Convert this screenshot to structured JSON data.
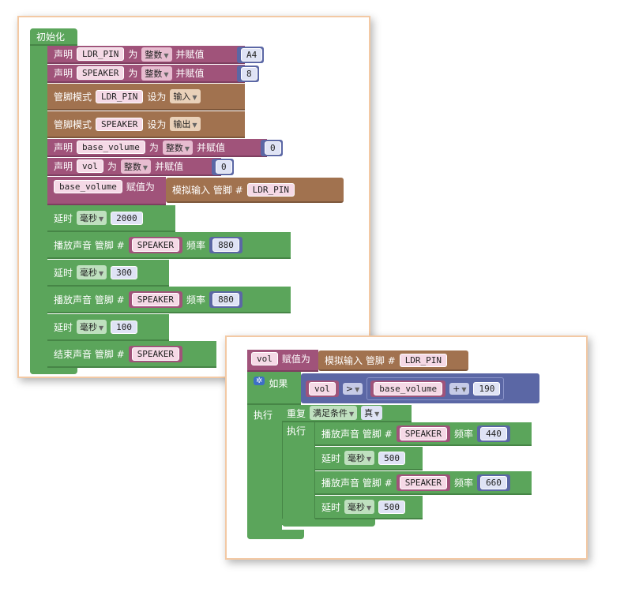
{
  "panel1": {
    "hat": "初始化",
    "rows": [
      {
        "a": "声明",
        "var": "LDR_PIN",
        "b": "为",
        "type": "整数",
        "c": "并赋值",
        "val": "A4"
      },
      {
        "a": "声明",
        "var": "SPEAKER",
        "b": "为",
        "type": "整数",
        "c": "并赋值",
        "val": "8"
      },
      {
        "a": "管脚模式",
        "pin": "LDR_PIN",
        "b": "设为",
        "mode": "输入"
      },
      {
        "a": "管脚模式",
        "pin": "SPEAKER",
        "b": "设为",
        "mode": "输出"
      },
      {
        "a": "声明",
        "var": "base_volume",
        "b": "为",
        "type": "整数",
        "c": "并赋值",
        "val": "0"
      },
      {
        "a": "声明",
        "var": "vol",
        "b": "为",
        "type": "整数",
        "c": "并赋值",
        "val": "0"
      },
      {
        "var": "base_volume",
        "b": "赋值为",
        "sub": "模拟输入 管脚 #",
        "pin": "LDR_PIN"
      },
      {
        "a": "延时",
        "unit": "毫秒",
        "val": "2000"
      },
      {
        "a": "播放声音 管脚 #",
        "pin": "SPEAKER",
        "b": "频率",
        "val": "880"
      },
      {
        "a": "延时",
        "unit": "毫秒",
        "val": "300"
      },
      {
        "a": "播放声音 管脚 #",
        "pin": "SPEAKER",
        "b": "频率",
        "val": "880"
      },
      {
        "a": "延时",
        "unit": "毫秒",
        "val": "100"
      },
      {
        "a": "结束声音 管脚 #",
        "pin": "SPEAKER"
      }
    ]
  },
  "panel2": {
    "assign": {
      "var": "vol",
      "b": "赋值为",
      "sub": "模拟输入 管脚 #",
      "pin": "LDR_PIN"
    },
    "if": {
      "label": "如果",
      "left": "vol",
      "op": ">",
      "right_var": "base_volume",
      "op2": "+",
      "num": "190"
    },
    "exec": "执行",
    "repeat": {
      "label": "重复",
      "cond": "满足条件",
      "val": "真",
      "exec": "执行"
    },
    "inner": [
      {
        "a": "播放声音 管脚 #",
        "pin": "SPEAKER",
        "b": "频率",
        "val": "440"
      },
      {
        "a": "延时",
        "unit": "毫秒",
        "val": "500"
      },
      {
        "a": "播放声音 管脚 #",
        "pin": "SPEAKER",
        "b": "频率",
        "val": "660"
      },
      {
        "a": "延时",
        "unit": "毫秒",
        "val": "500"
      }
    ]
  },
  "colors": {
    "variables": "#a0537a",
    "io": "#a1724f",
    "control": "#5ba55b",
    "math": "#5b67a5"
  },
  "icons": [
    "gear-icon",
    "dropdown-arrow-icon"
  ]
}
